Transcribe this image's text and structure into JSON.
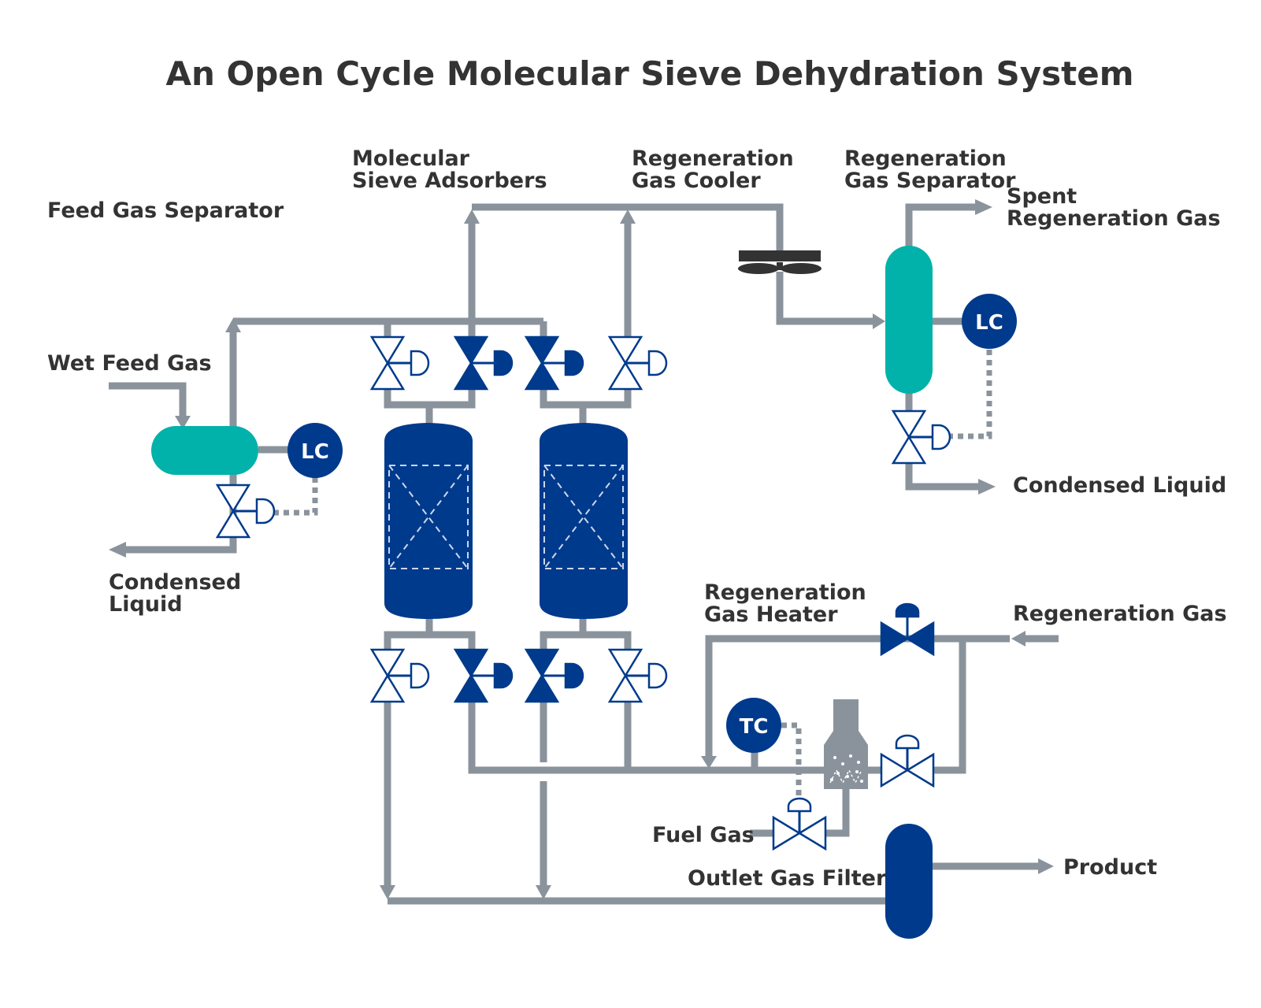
{
  "title": "An Open Cycle Molecular Sieve Dehydration System",
  "labels": {
    "feed_gas_separator": "Feed Gas Separator",
    "wet_feed_gas": "Wet Feed Gas",
    "condensed_liquid_left": [
      "Condensed",
      "Liquid"
    ],
    "molecular_sieve_adsorbers": [
      "Molecular",
      "Sieve Adsorbers"
    ],
    "regeneration_gas_cooler": [
      "Regeneration",
      "Gas Cooler"
    ],
    "regeneration_gas_separator": [
      "Regeneration",
      "Gas Separator"
    ],
    "spent_regeneration_gas": [
      "Spent",
      "Regeneration Gas"
    ],
    "condensed_liquid_right": "Condensed Liquid",
    "regeneration_gas_heater": [
      "Regeneration",
      "Gas Heater"
    ],
    "regeneration_gas": "Regeneration Gas",
    "fuel_gas": "Fuel Gas",
    "outlet_gas_filter": "Outlet Gas Filter",
    "product": "Product"
  },
  "controllers": {
    "feed_lc": "LC",
    "regen_lc": "LC",
    "heater_tc": "TC"
  },
  "colors": {
    "pipe": "#8a939c",
    "vessel_navy": "#003a8c",
    "separator_teal": "#00b2a9",
    "text": "#333333"
  }
}
